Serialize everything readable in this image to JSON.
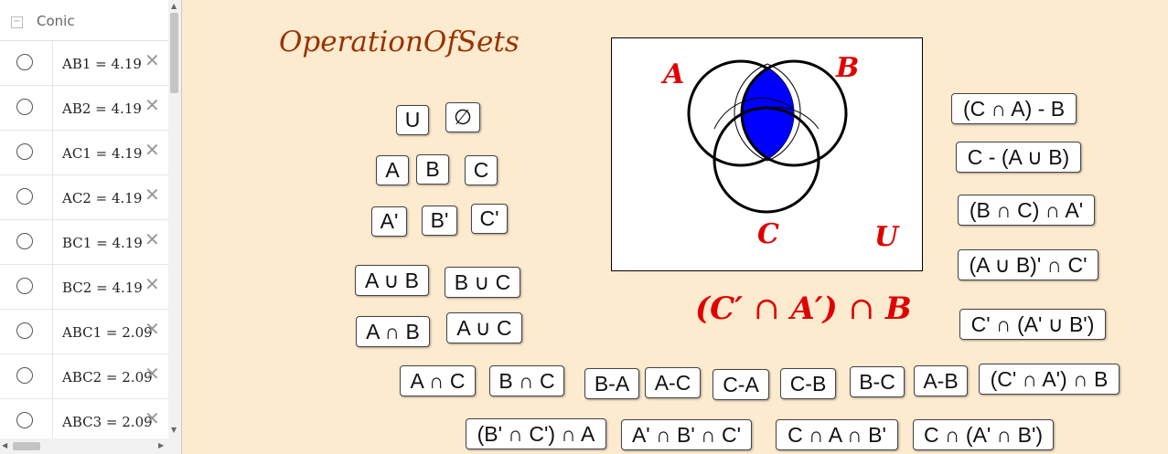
{
  "algebra": {
    "header": "Conic",
    "items": [
      {
        "name": "AB1",
        "value": "4.19"
      },
      {
        "name": "AB2",
        "value": "4.19"
      },
      {
        "name": "AC1",
        "value": "4.19"
      },
      {
        "name": "AC2",
        "value": "4.19"
      },
      {
        "name": "BC1",
        "value": "4.19"
      },
      {
        "name": "BC2",
        "value": "4.19"
      },
      {
        "name": "ABC1",
        "value": "2.09"
      },
      {
        "name": "ABC2",
        "value": "2.09"
      },
      {
        "name": "ABC3",
        "value": "2.09"
      }
    ],
    "icons": {
      "delete": "close-icon",
      "radio": "visibility-toggle"
    }
  },
  "title": "OperationOfSets",
  "buttons": {
    "U": "U",
    "empty": "∅",
    "A": "A",
    "B": "B",
    "C": "C",
    "Ap": "A'",
    "Bp": "B'",
    "Cp": "C'",
    "AuB": "A ∪ B",
    "BuC": "B ∪ C",
    "AnB": "A ∩ B",
    "AuC": "A ∪ C",
    "AnC": "A ∩ C",
    "BnC": "B ∩ C",
    "BmA": "B-A",
    "AmC": "A-C",
    "CmA": "C-A",
    "CmB": "C-B",
    "BmC": "B-C",
    "AmB": "A-B",
    "CpnApnB": "(C' ∩ A') ∩ B",
    "BpnCpnA": "(B' ∩ C') ∩ A",
    "ApnBpnCp": "A' ∩ B' ∩ C'",
    "CnAnBp": "C ∩ A ∩ B'",
    "Cn_ApnBp": "C ∩ (A' ∩ B')",
    "CnAmB": "(C ∩ A) - B",
    "Cm_AuB": "C - (A ∪ B)",
    "BnCnAp": "(B ∩ C) ∩ A'",
    "AuBp_nCp": "(A ∪ B)' ∩ C'",
    "Cpn_ApuBp": "C' ∩ (A' ∪ B')"
  },
  "venn": {
    "label_A": "A",
    "label_B": "B",
    "label_C": "C",
    "label_U": "U",
    "fill_color": "#0000ff",
    "label_color": "#e00000"
  },
  "expression": {
    "a": "(C′",
    "op1": "∩",
    "b": "A′)",
    "op2": "∩",
    "c": "B"
  }
}
